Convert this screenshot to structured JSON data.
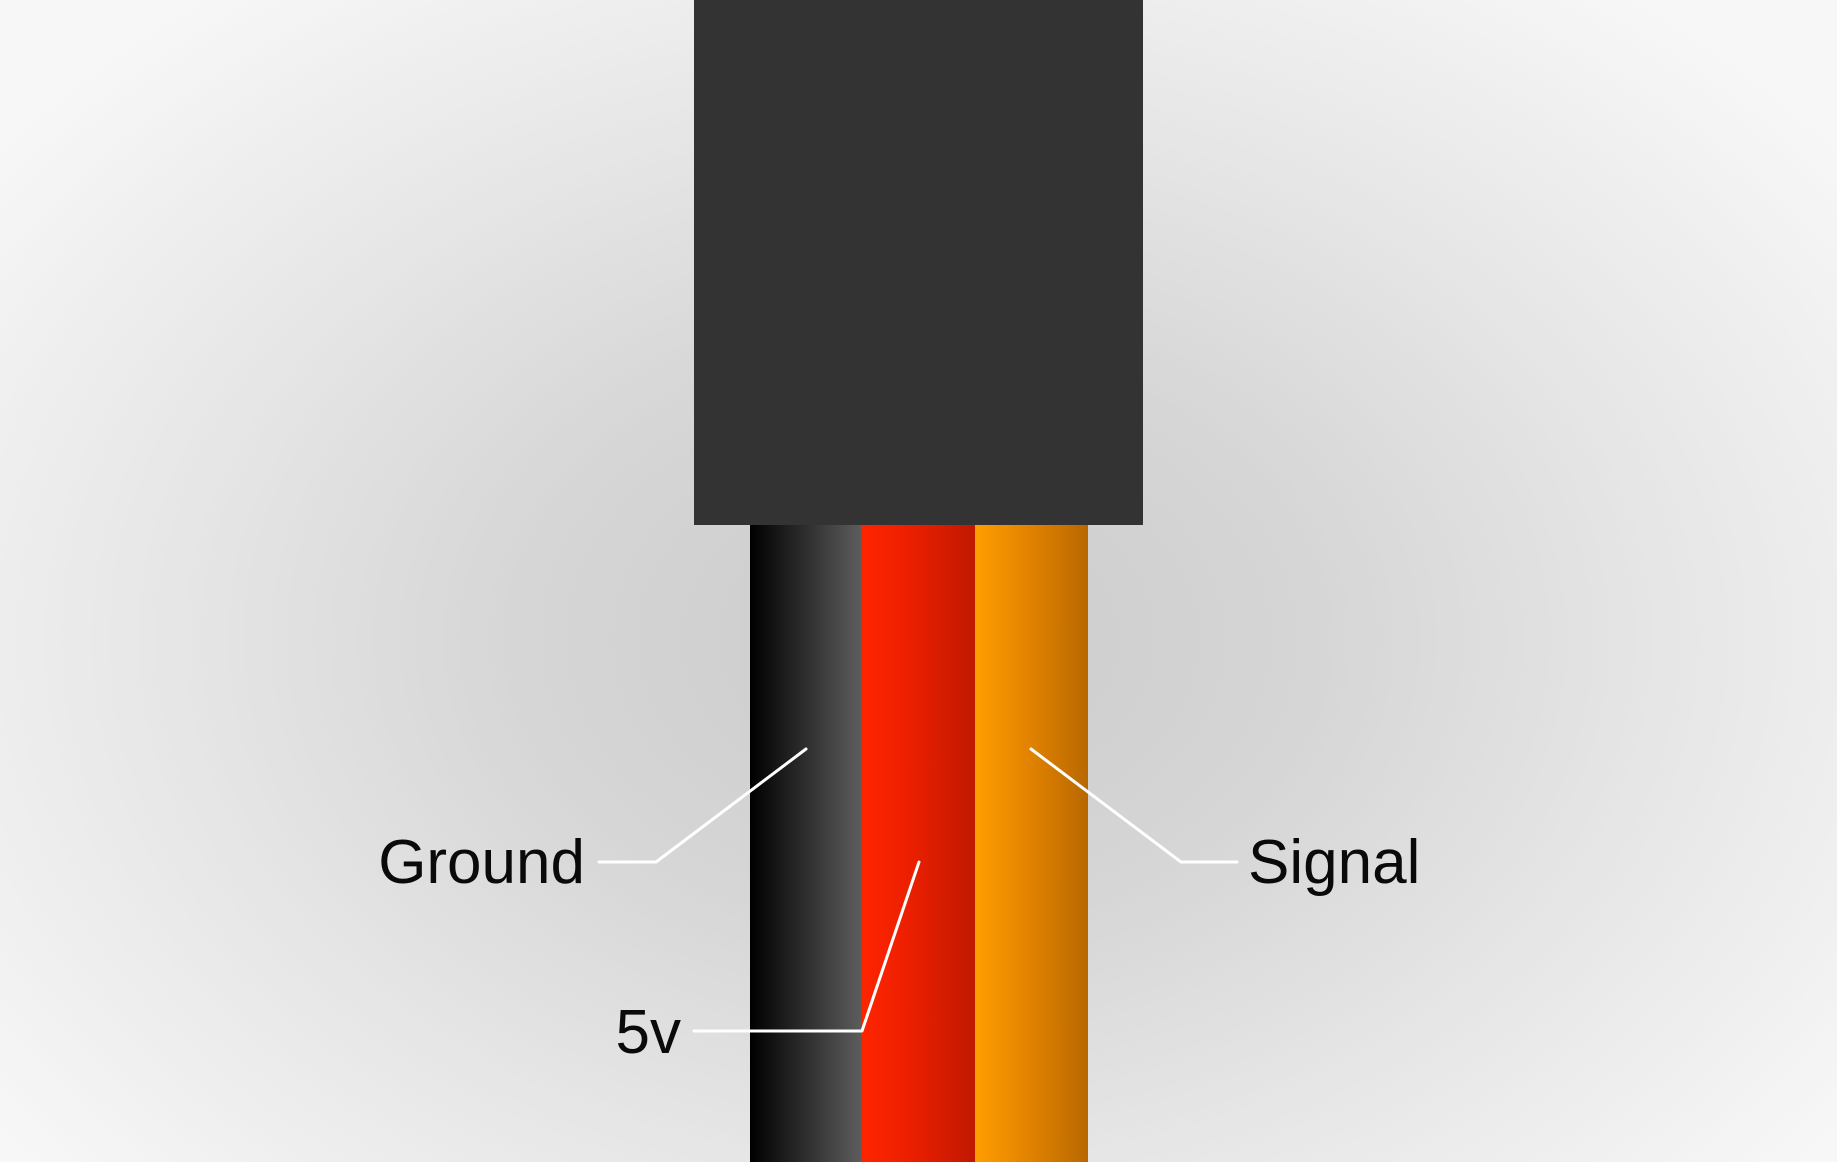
{
  "diagram": {
    "wires": [
      {
        "label": "Ground",
        "color": "#000000"
      },
      {
        "label": "5v",
        "color": "#ff2400"
      },
      {
        "label": "Signal",
        "color": "#ff9e00"
      }
    ],
    "connector_color": "#333333",
    "leader_line_color": "#ffffff"
  }
}
